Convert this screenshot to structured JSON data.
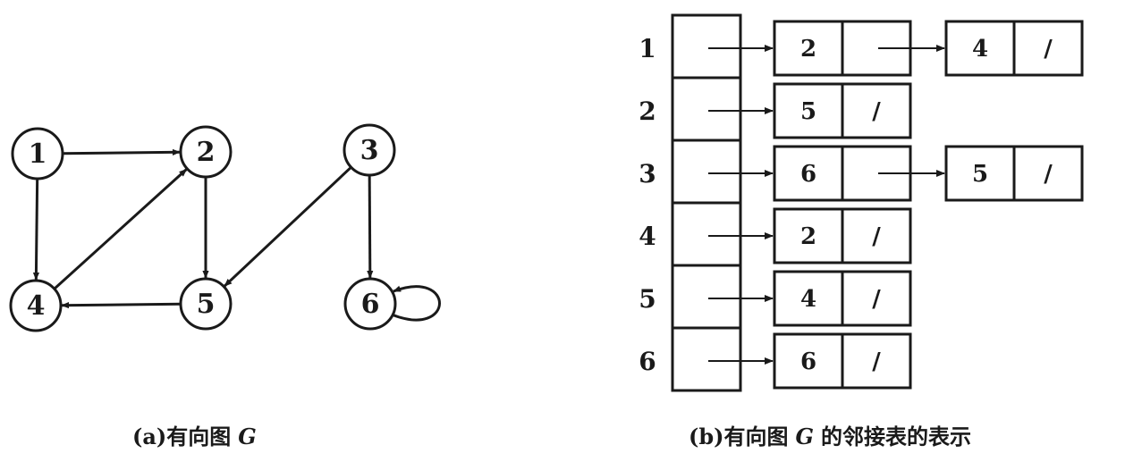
{
  "graph": {
    "nodes": [
      "1",
      "2",
      "3",
      "4",
      "5",
      "6"
    ],
    "edges": [
      [
        "1",
        "2"
      ],
      [
        "1",
        "4"
      ],
      [
        "2",
        "5"
      ],
      [
        "3",
        "5"
      ],
      [
        "3",
        "6"
      ],
      [
        "4",
        "2"
      ],
      [
        "5",
        "4"
      ],
      [
        "6",
        "6"
      ]
    ],
    "caption_prefix": "(a)有向图",
    "caption_var": "G"
  },
  "adjacency": {
    "rows": [
      {
        "label": "1",
        "list": [
          "2",
          "4"
        ]
      },
      {
        "label": "2",
        "list": [
          "5"
        ]
      },
      {
        "label": "3",
        "list": [
          "6",
          "5"
        ]
      },
      {
        "label": "4",
        "list": [
          "2"
        ]
      },
      {
        "label": "5",
        "list": [
          "4"
        ]
      },
      {
        "label": "6",
        "list": [
          "6"
        ]
      }
    ],
    "null_marker": "/",
    "caption_prefix": "(b)有向图",
    "caption_var": "G",
    "caption_suffix": "的邻接表的表示"
  }
}
